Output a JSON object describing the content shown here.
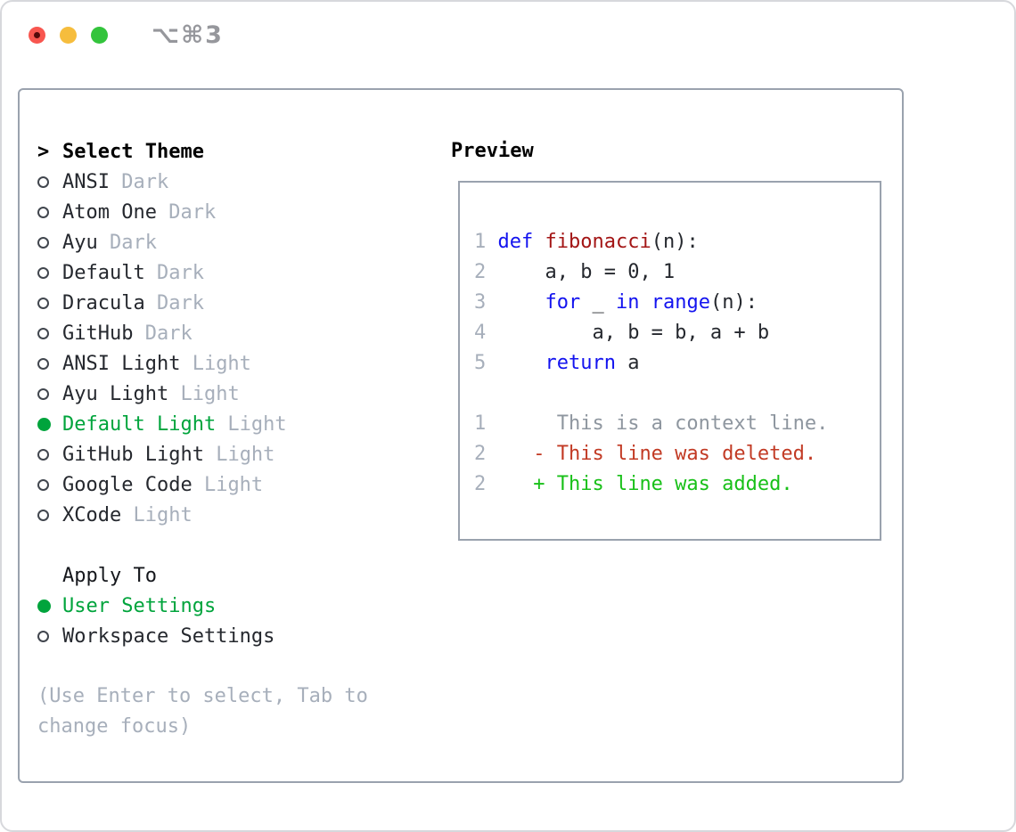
{
  "window": {
    "title": "⌥⌘3"
  },
  "traffic_lights": {
    "close": "close-button",
    "minimize": "minimize-button",
    "zoom": "zoom-button"
  },
  "theme_selector": {
    "prompt": ">",
    "header": "Select Theme",
    "items": [
      {
        "label": "ANSI",
        "variant": "Dark",
        "selected": false
      },
      {
        "label": "Atom One",
        "variant": "Dark",
        "selected": false
      },
      {
        "label": "Ayu",
        "variant": "Dark",
        "selected": false
      },
      {
        "label": "Default",
        "variant": "Dark",
        "selected": false
      },
      {
        "label": "Dracula",
        "variant": "Dark",
        "selected": false
      },
      {
        "label": "GitHub",
        "variant": "Dark",
        "selected": false
      },
      {
        "label": "ANSI Light",
        "variant": "Light",
        "selected": false
      },
      {
        "label": "Ayu Light",
        "variant": "Light",
        "selected": false
      },
      {
        "label": "Default Light",
        "variant": "Light",
        "selected": true
      },
      {
        "label": "GitHub Light",
        "variant": "Light",
        "selected": false
      },
      {
        "label": "Google Code",
        "variant": "Light",
        "selected": false
      },
      {
        "label": "XCode",
        "variant": "Light",
        "selected": false
      }
    ]
  },
  "apply_to": {
    "header": "Apply To",
    "options": [
      {
        "label": "User Settings",
        "selected": true
      },
      {
        "label": "Workspace Settings",
        "selected": false
      }
    ]
  },
  "hint": "(Use Enter to select, Tab to change focus)",
  "preview": {
    "header": "Preview",
    "code_lines": [
      {
        "num": "1",
        "tokens": [
          {
            "c": "kw",
            "t": "def"
          },
          {
            "c": "p",
            "t": " "
          },
          {
            "c": "fn",
            "t": "fibonacci"
          },
          {
            "c": "p",
            "t": "(n):"
          }
        ]
      },
      {
        "num": "2",
        "tokens": [
          {
            "c": "p",
            "t": "    a, b = 0, 1"
          }
        ]
      },
      {
        "num": "3",
        "tokens": [
          {
            "c": "p",
            "t": "    "
          },
          {
            "c": "kw",
            "t": "for"
          },
          {
            "c": "p",
            "t": " _ "
          },
          {
            "c": "kw",
            "t": "in"
          },
          {
            "c": "p",
            "t": " "
          },
          {
            "c": "kw",
            "t": "range"
          },
          {
            "c": "p",
            "t": "(n):"
          }
        ]
      },
      {
        "num": "4",
        "tokens": [
          {
            "c": "p",
            "t": "        a, b = b, a + b"
          }
        ]
      },
      {
        "num": "5",
        "tokens": [
          {
            "c": "p",
            "t": "    "
          },
          {
            "c": "kw",
            "t": "return"
          },
          {
            "c": "p",
            "t": " a"
          }
        ]
      },
      {
        "num": "",
        "tokens": []
      },
      {
        "num": "1",
        "tokens": [
          {
            "c": "ctx",
            "t": "     This is a context line."
          }
        ]
      },
      {
        "num": "2",
        "tokens": [
          {
            "c": "del",
            "t": "   - This line was deleted."
          }
        ]
      },
      {
        "num": "2",
        "tokens": [
          {
            "c": "add",
            "t": "   + This line was added."
          }
        ]
      }
    ]
  },
  "colors": {
    "selection_green": "#00a43c",
    "keyword_blue": "#1313ef",
    "function_red": "#a31515",
    "deleted_red": "#c23a24",
    "added_green": "#18c018",
    "muted_gray": "#a7afbb",
    "context_gray": "#8e969f",
    "panel_border": "#9aa2ae",
    "traffic_red": "#f8564f",
    "traffic_yellow": "#f6bd3d",
    "traffic_green": "#33c43c"
  }
}
